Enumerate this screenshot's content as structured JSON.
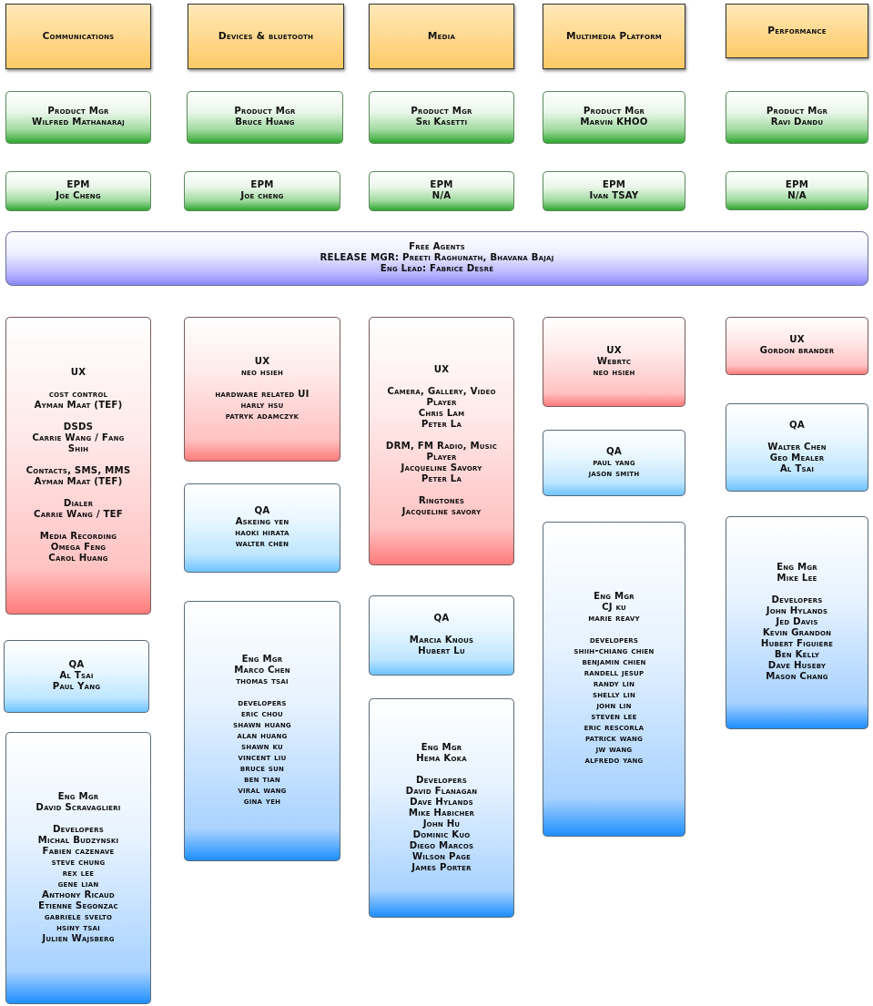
{
  "headers": [
    "Communications",
    "Devices & bluetooth",
    "Media",
    "Multimedia Platform",
    "Performance"
  ],
  "product_mgrs": [
    [
      "Product Mgr",
      "Wilfred Mathanaraj"
    ],
    [
      "Product Mgr",
      "Bruce Huang"
    ],
    [
      "Product Mgr",
      "Sri Kasetti"
    ],
    [
      "Product Mgr",
      "Marvin KHOO"
    ],
    [
      "Product Mgr",
      "Ravi Dandu"
    ]
  ],
  "epms": [
    [
      "EPM",
      "Joe Cheng"
    ],
    [
      "EPM",
      "Joe cheng"
    ],
    [
      "EPM",
      "N/A"
    ],
    [
      "EPM",
      "Ivan TSAY"
    ],
    [
      "EPM",
      "N/A"
    ]
  ],
  "free_agents": [
    "Free Agents",
    "RELEASE MGR: Preeti Raghunath, Bhavana Bajaj",
    "Eng Lead: Fabrice Desré"
  ],
  "ux": [
    [
      "UX",
      "",
      "cost control",
      "Ayman Maat (TEF)",
      "",
      "DSDS",
      "Carrie Wang / Fang",
      "Shih",
      "",
      "Contacts, SMS, MMS",
      "Ayman Maat (TEF)",
      "",
      "Dialer",
      "Carrie Wang / TEF",
      "",
      "Media Recording",
      "Omega Feng",
      "Carol Huang"
    ],
    [
      "UX",
      "neo hsieh",
      "",
      "hardware related UI",
      "harly hsu",
      "patryk adamczyk"
    ],
    [
      "UX",
      "",
      "Camera, Gallery, Video",
      "Player",
      "Chris Lam",
      "Peter La",
      "",
      "DRM, FM Radio, Music",
      "Player",
      "Jacqueline Savory",
      "Peter La",
      "",
      "Ringtones",
      "Jacqueline savory"
    ],
    [
      "UX",
      "Webrtc",
      "neo hsieh"
    ],
    [
      "UX",
      "Gordon brander"
    ]
  ],
  "qa": [
    [
      "QA",
      "Al Tsai",
      "Paul Yang"
    ],
    [
      "QA",
      "Askeing yen",
      "haoki hirata",
      "walter chen"
    ],
    [
      "QA",
      "",
      "Marcia Knous",
      "Hubert Lu"
    ],
    [
      "QA",
      "paul yang",
      "jason smith"
    ],
    [
      "QA",
      "",
      "Walter Chen",
      "Geo Mealer",
      "Al Tsai"
    ]
  ],
  "eng": [
    [
      "Eng Mgr",
      "David Scravaglieri",
      "",
      "Developers",
      "Michal Budzynski",
      "Fabien cazenave",
      "steve chung",
      "rex lee",
      "gene lian",
      "Anthony Ricaud",
      "Etienne Segonzac",
      "gabriele svelto",
      "hsiny tsai",
      "Julien Wajsberg"
    ],
    [
      "Eng Mgr",
      "Marco Chen",
      "thomas tsai",
      "",
      "developers",
      "eric chou",
      "shawn huang",
      "alan huang",
      "shawn ku",
      "vincent liu",
      "bruce sun",
      "ben tian",
      "viral wang",
      "gina yeh"
    ],
    [
      "Eng Mgr",
      "Hema Koka",
      "",
      "Developers",
      "David Flanagan",
      "Dave Hylands",
      "Mike Habicher",
      "John Hu",
      "Dominic Kuo",
      "Diego Marcos",
      "Wilson Page",
      "James Porter"
    ],
    [
      "Eng Mgr",
      "CJ ku",
      "marie reavy",
      "",
      "developers",
      "shiih-chiang chien",
      "benjamin chien",
      "randell jesup",
      "randy lin",
      "shelly lin",
      "john lin",
      "steven lee",
      "eric rescorla",
      "patrick wang",
      "jw wang",
      "alfredo yang"
    ],
    [
      "Eng Mgr",
      "Mike Lee",
      "",
      "Developers",
      "John Hylands",
      "Jed Davis",
      "Kevin Grandon",
      "Hubert Figuiere",
      "Ben Kelly",
      "Dave Huseby",
      "Mason Chang"
    ]
  ]
}
